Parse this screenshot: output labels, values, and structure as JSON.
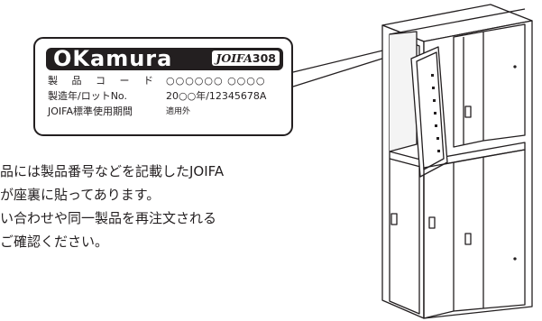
{
  "label": {
    "brand": "OKamura",
    "certification_org": "JOIFA",
    "certification_number": "308",
    "rows": [
      {
        "name": "製 品 コ ー ド",
        "value": "○○○○○○ ○○○○"
      },
      {
        "name": "製造年/ロットNo.",
        "value": "20○○年/12345678A"
      },
      {
        "name": "JOIFA標準使用期間",
        "value": "適用外"
      }
    ]
  },
  "notice": {
    "lines": [
      "品には製品番号などを記載したJOIFA",
      "が座裏に貼ってあります。",
      "い合わせや同一製品を再注文される",
      "ご確認ください。"
    ]
  }
}
